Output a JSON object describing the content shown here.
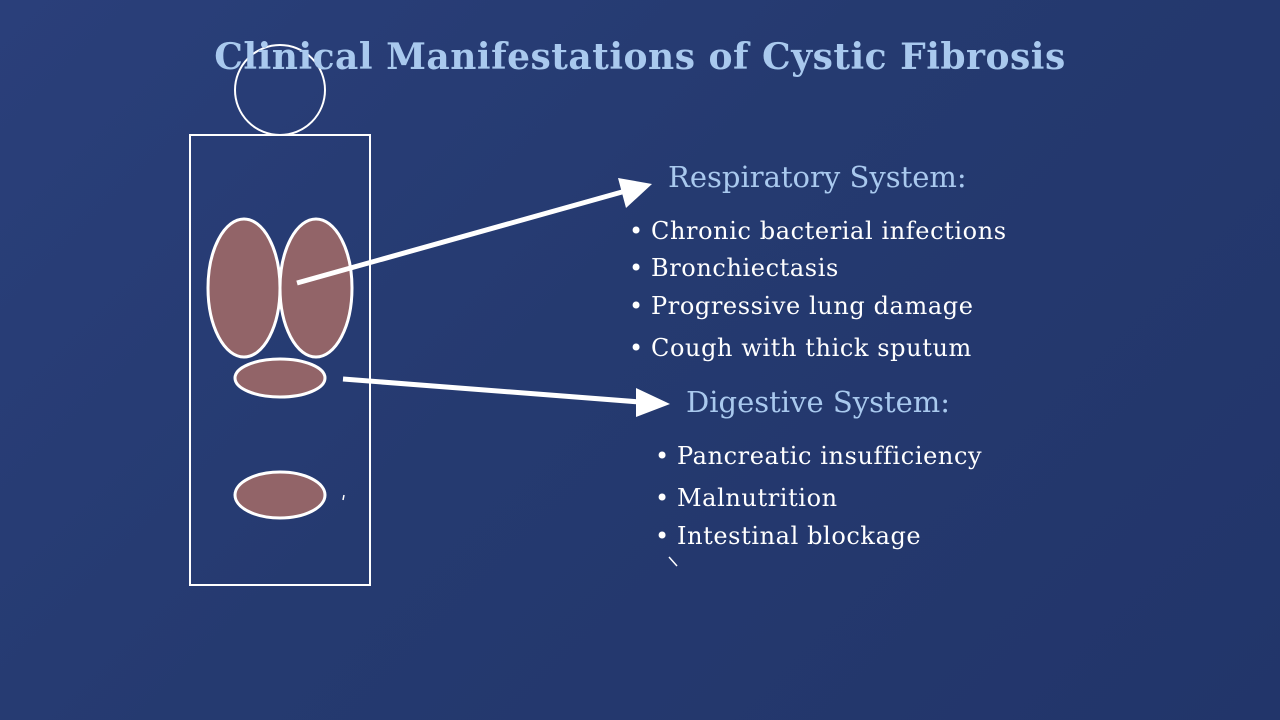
{
  "title": "Clinical Manifestations of Cystic Fibrosis",
  "respiratory": {
    "heading": "Respiratory System:",
    "items": [
      "Chronic bacterial infections",
      "Bronchiectasis",
      "Progressive lung damage",
      "Cough with thick sputum"
    ]
  },
  "digestive": {
    "heading": "Digestive System:",
    "items": [
      "Pancreatic insufficiency",
      "Malnutrition",
      "Intestinal blockage"
    ]
  },
  "bullet_glyph": "•",
  "colors": {
    "heading": "#a9c9ee",
    "text": "#ffffff",
    "organ_fill": "#926468",
    "outline": "#ffffff"
  }
}
